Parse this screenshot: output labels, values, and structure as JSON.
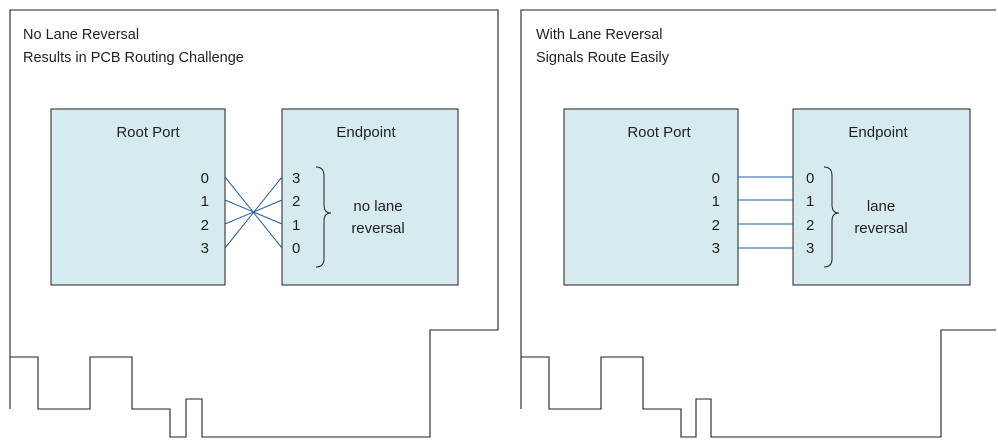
{
  "panels": [
    {
      "id": "left",
      "title_line1": "No Lane Reversal",
      "title_line2": "Results in PCB Routing Challenge",
      "root_port_label": "Root Port",
      "endpoint_label": "Endpoint",
      "root_lanes": [
        "0",
        "1",
        "2",
        "3"
      ],
      "endpoint_lanes": [
        "3",
        "2",
        "1",
        "0"
      ],
      "note_line1": "no lane",
      "note_line2": "reversal",
      "routing": "crossed"
    },
    {
      "id": "right",
      "title_line1": "With Lane Reversal",
      "title_line2": "Signals Route Easily",
      "root_port_label": "Root Port",
      "endpoint_label": "Endpoint",
      "root_lanes": [
        "0",
        "1",
        "2",
        "3"
      ],
      "endpoint_lanes": [
        "0",
        "1",
        "2",
        "3"
      ],
      "note_line1": "lane",
      "note_line2": "reversal",
      "routing": "straight"
    }
  ],
  "colors": {
    "box_fill": "#d5ebef",
    "line": "#231f20",
    "wire": "#1f5ea8"
  }
}
